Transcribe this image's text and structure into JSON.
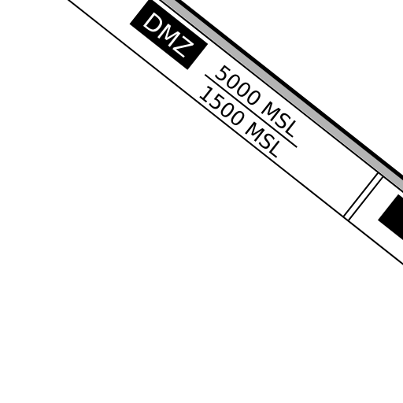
{
  "map": {
    "airspace_label": "DMZ",
    "ceiling": "5000 MSL",
    "floor": "1500 MSL",
    "colors": {
      "background": "#ffffff",
      "line": "#000000",
      "shadow": "#b3b3b3",
      "label_fill": "#000000",
      "label_text": "#ffffff"
    }
  }
}
